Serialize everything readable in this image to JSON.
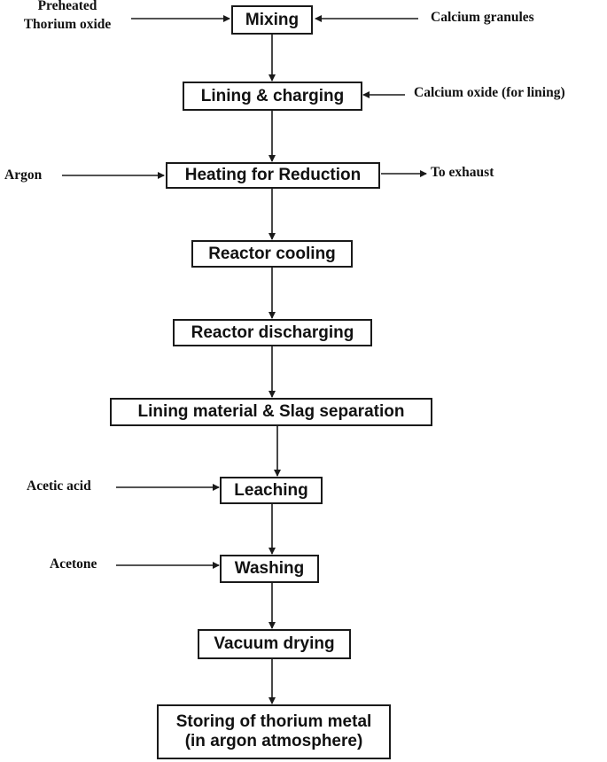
{
  "steps": {
    "mixing": "Mixing",
    "lining_charging": "Lining & charging",
    "heating": "Heating for Reduction",
    "reactor_cooling": "Reactor cooling",
    "reactor_discharging": "Reactor discharging",
    "lining_slag": "Lining material & Slag separation",
    "leaching": "Leaching",
    "washing": "Washing",
    "vacuum_drying": "Vacuum drying",
    "storing_line1": "Storing of thorium metal",
    "storing_line2": "(in argon atmosphere)"
  },
  "inputs": {
    "preheated_line1": "Preheated",
    "preheated_line2": "Thorium oxide",
    "calcium_granules": "Calcium granules",
    "calcium_oxide": "Calcium oxide (for lining)",
    "argon": "Argon",
    "acetic_acid": "Acetic acid",
    "acetone": "Acetone"
  },
  "outputs": {
    "exhaust": "To exhaust"
  },
  "colors": {
    "line": "#1a1a1a",
    "text": "#111111",
    "background": "#ffffff"
  }
}
